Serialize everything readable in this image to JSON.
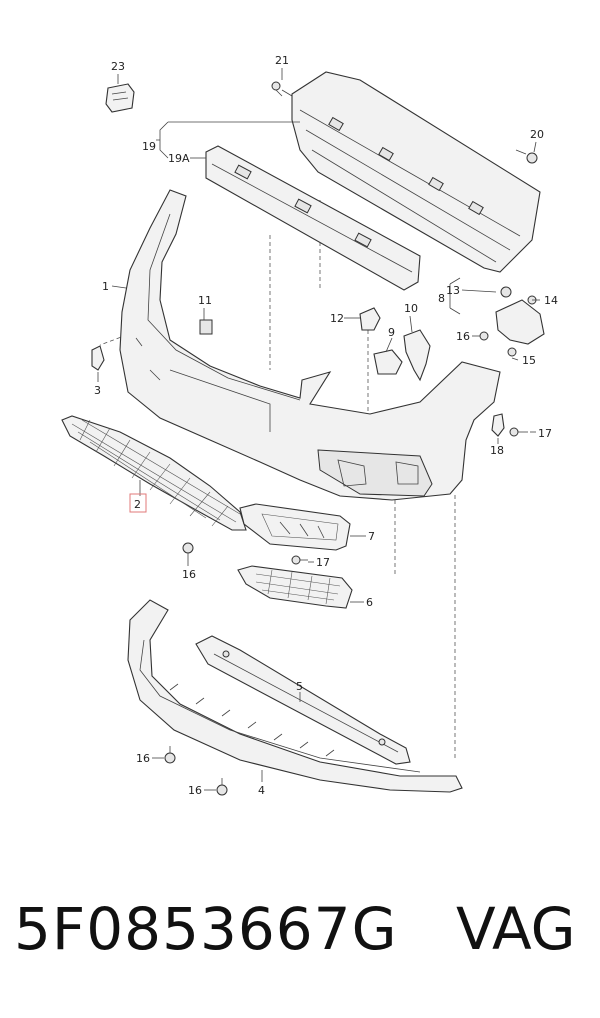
{
  "labels": {
    "l1": "1",
    "l2": "2",
    "l3": "3",
    "l4": "4",
    "l5": "5",
    "l6": "6",
    "l7": "7",
    "l8": "8",
    "l9": "9",
    "l10": "10",
    "l11": "11",
    "l12": "12",
    "l13": "13",
    "l14": "14",
    "l15": "15",
    "l16a": "16",
    "l16b": "16",
    "l16c": "16",
    "l16d": "16",
    "l17a": "17",
    "l17b": "17",
    "l18": "18",
    "l19": "19",
    "l19a": "19A",
    "l20": "20",
    "l21": "21",
    "l23": "23"
  },
  "highlight_color": "#e07a7a",
  "caption": {
    "part_number": "5F0853667G",
    "brand": "VAG"
  }
}
